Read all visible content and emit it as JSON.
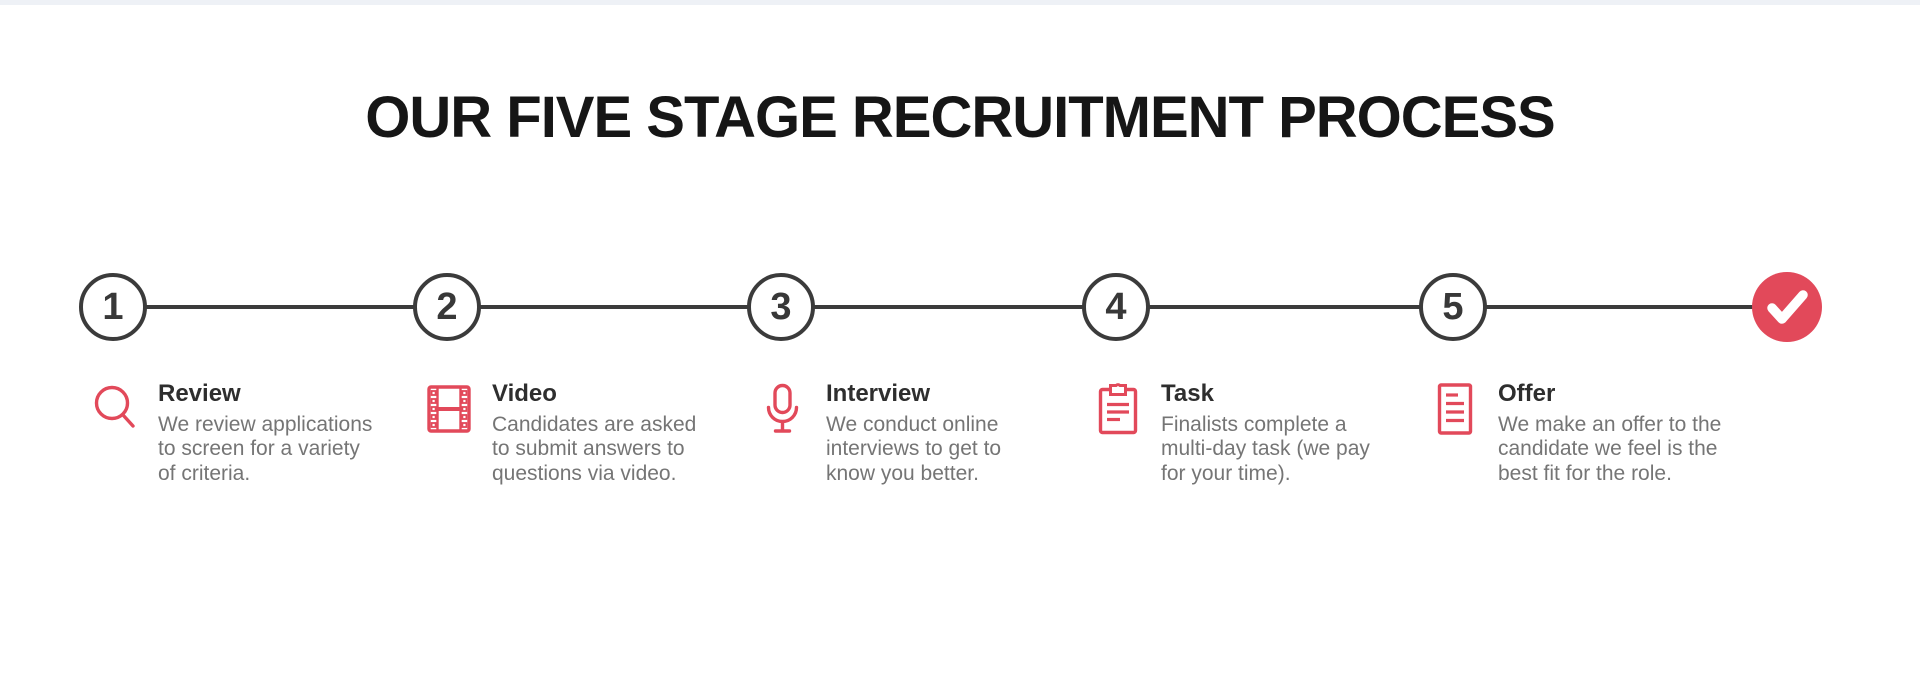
{
  "header": {
    "title": "OUR FIVE STAGE RECRUITMENT PROCESS"
  },
  "theme": {
    "accent_red": "#e2495a",
    "timeline_dark": "#3b3b3b",
    "description_gray": "#757575",
    "top_bar": "#eef1f6"
  },
  "stages": [
    {
      "number": "1",
      "icon": "magnifier-icon",
      "title": "Review",
      "description": "We review applications\nto screen for a variety\nof criteria."
    },
    {
      "number": "2",
      "icon": "film-icon",
      "title": "Video",
      "description": "Candidates are asked\nto submit answers to\nquestions via video."
    },
    {
      "number": "3",
      "icon": "microphone-icon",
      "title": "Interview",
      "description": "We conduct online\ninterviews to get to\nknow you better."
    },
    {
      "number": "4",
      "icon": "clipboard-icon",
      "title": "Task",
      "description": "Finalists complete a\nmulti-day task (we pay\nfor your time)."
    },
    {
      "number": "5",
      "icon": "document-icon",
      "title": "Offer",
      "description": "We make an offer to the\ncandidate we feel is the\nbest fit for the role."
    }
  ],
  "final_node": {
    "icon": "checkmark-icon"
  }
}
